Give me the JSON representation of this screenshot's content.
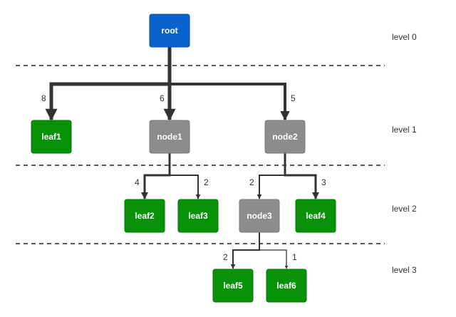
{
  "colors": {
    "root": "#0a63cc",
    "root_border": "#0a4fa6",
    "internal": "#8c8c8c",
    "internal_border": "#7a7a7a",
    "leaf": "#089208",
    "leaf_border": "#067406",
    "edge": "#333333",
    "divider": "#222222"
  },
  "levels": [
    "level 0",
    "level 1",
    "level 2",
    "level 3"
  ],
  "nodes": {
    "root": {
      "label": "root",
      "kind": "root"
    },
    "leaf1": {
      "label": "leaf1",
      "kind": "leaf"
    },
    "node1": {
      "label": "node1",
      "kind": "internal"
    },
    "node2": {
      "label": "node2",
      "kind": "internal"
    },
    "leaf2": {
      "label": "leaf2",
      "kind": "leaf"
    },
    "leaf3": {
      "label": "leaf3",
      "kind": "leaf"
    },
    "node3": {
      "label": "node3",
      "kind": "internal"
    },
    "leaf4": {
      "label": "leaf4",
      "kind": "leaf"
    },
    "leaf5": {
      "label": "leaf5",
      "kind": "leaf"
    },
    "leaf6": {
      "label": "leaf6",
      "kind": "leaf"
    }
  },
  "edges": [
    {
      "from": "root",
      "to": "leaf1",
      "weight": "8"
    },
    {
      "from": "root",
      "to": "node1",
      "weight": "6"
    },
    {
      "from": "root",
      "to": "node2",
      "weight": "5"
    },
    {
      "from": "node1",
      "to": "leaf2",
      "weight": "4"
    },
    {
      "from": "node1",
      "to": "leaf3",
      "weight": "2"
    },
    {
      "from": "node2",
      "to": "node3",
      "weight": "2"
    },
    {
      "from": "node2",
      "to": "leaf4",
      "weight": "3"
    },
    {
      "from": "node3",
      "to": "leaf5",
      "weight": "2"
    },
    {
      "from": "node3",
      "to": "leaf6",
      "weight": "1"
    }
  ]
}
